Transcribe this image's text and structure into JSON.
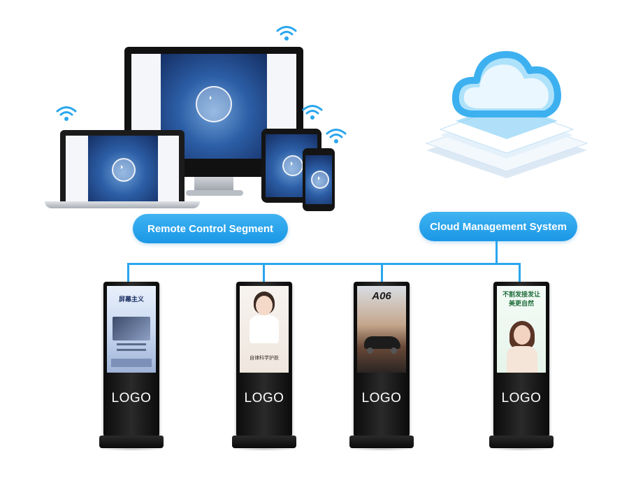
{
  "labels": {
    "remote_control": "Remote Control Segment",
    "cloud_management": "Cloud Management System"
  },
  "kiosks": [
    {
      "logo": "LOGO",
      "screen_heading": "屏幕主义",
      "theme": "tech"
    },
    {
      "logo": "LOGO",
      "screen_heading": "自律科学护肤",
      "theme": "beauty"
    },
    {
      "logo": "LOGO",
      "screen_heading": "A06",
      "theme": "car"
    },
    {
      "logo": "LOGO",
      "screen_heading": "不割发接发让美更自然",
      "theme": "hair"
    }
  ],
  "icons": [
    "wifi-icon",
    "cloud-icon",
    "play-icon"
  ],
  "colors": {
    "accent": "#1a97e6",
    "connector": "#2aa6ee",
    "kiosk_body": "#111111",
    "cloud": "#6cc8f5"
  }
}
